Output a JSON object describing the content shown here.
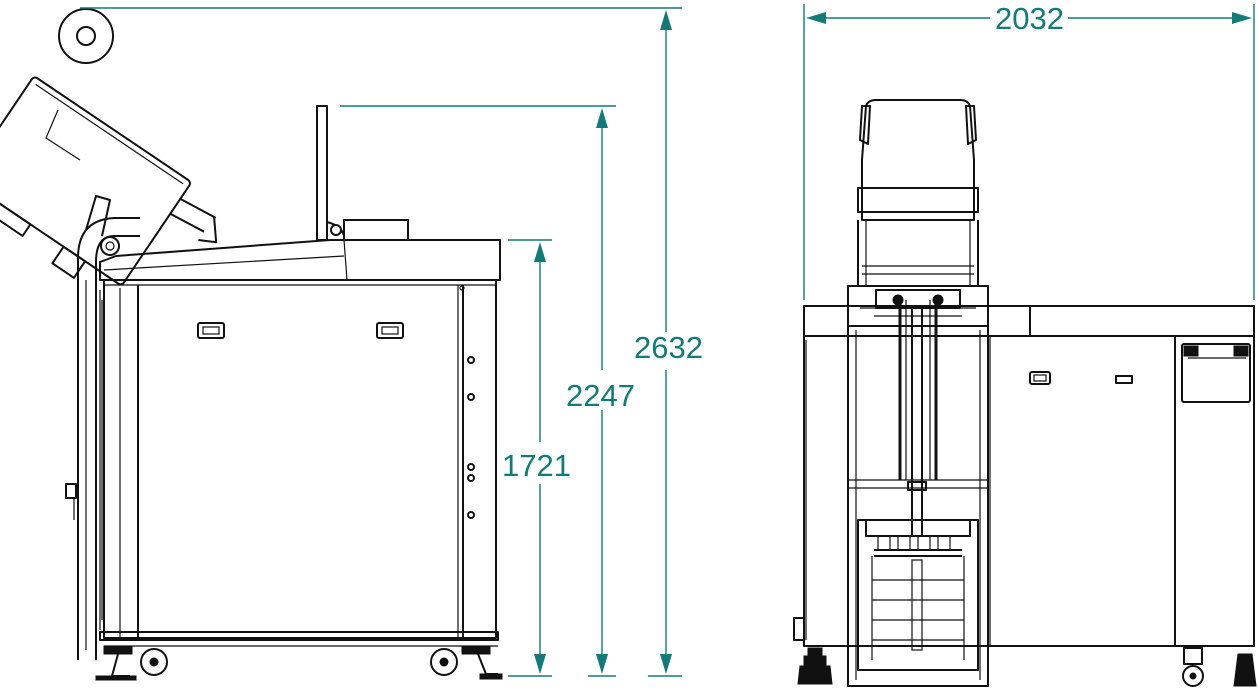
{
  "colors": {
    "dimension": "#137a78",
    "linework": "#111111",
    "background": "#ffffff"
  },
  "dimensions": {
    "overall_height_lid_open": "2632",
    "height_to_top_of_panel": "2247",
    "height_to_worktop": "1721",
    "overall_width": "2032"
  }
}
